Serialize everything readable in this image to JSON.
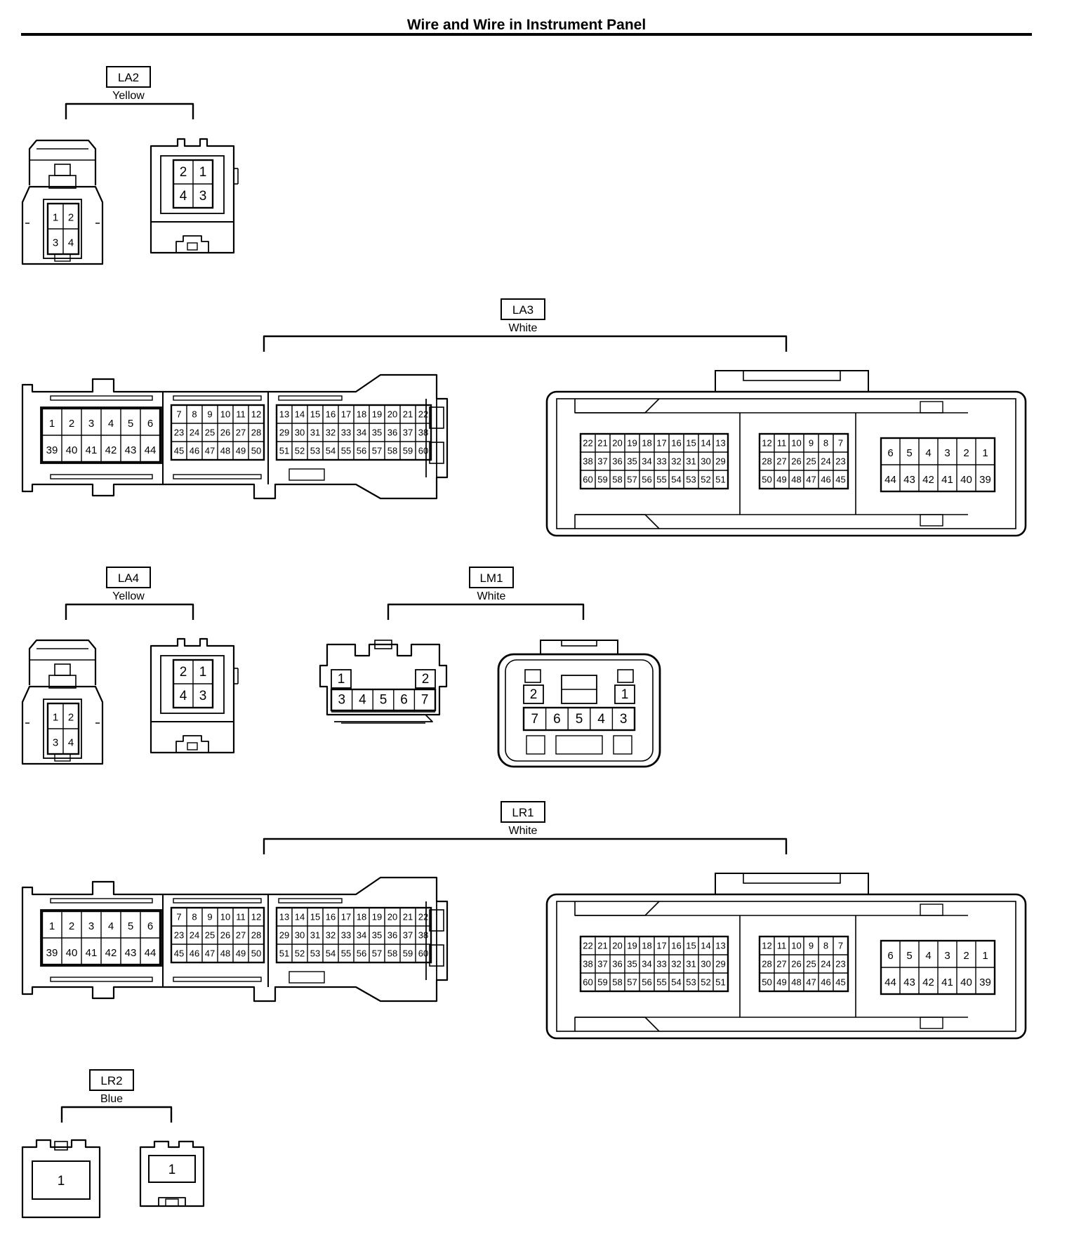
{
  "title": "Wire and Wire in Instrument Panel",
  "connectors": [
    {
      "id": "la2",
      "label": "LA2",
      "color": "Yellow"
    },
    {
      "id": "la3",
      "label": "LA3",
      "color": "White"
    },
    {
      "id": "la4",
      "label": "LA4",
      "color": "Yellow"
    },
    {
      "id": "lm1",
      "label": "LM1",
      "color": "White"
    },
    {
      "id": "lr1",
      "label": "LR1",
      "color": "White"
    },
    {
      "id": "lr2",
      "label": "LR2",
      "color": "Blue"
    }
  ],
  "pin_layouts": {
    "square4_left": [
      [
        "1",
        "2"
      ],
      [
        "3",
        "4"
      ]
    ],
    "square4_right": [
      [
        "2",
        "1"
      ],
      [
        "4",
        "3"
      ]
    ],
    "wide_left": [
      [
        [
          "1",
          "2",
          "3",
          "4",
          "5",
          "6"
        ],
        [
          "39",
          "40",
          "41",
          "42",
          "43",
          "44"
        ]
      ],
      [
        [
          "7",
          "8",
          "9",
          "10",
          "11",
          "12"
        ],
        [
          "23",
          "24",
          "25",
          "26",
          "27",
          "28"
        ],
        [
          "45",
          "46",
          "47",
          "48",
          "49",
          "50"
        ]
      ],
      [
        [
          "13",
          "14",
          "15",
          "16",
          "17",
          "18",
          "19",
          "20",
          "21",
          "22"
        ],
        [
          "29",
          "30",
          "31",
          "32",
          "33",
          "34",
          "35",
          "36",
          "37",
          "38"
        ],
        [
          "51",
          "52",
          "53",
          "54",
          "55",
          "56",
          "57",
          "58",
          "59",
          "60"
        ]
      ]
    ],
    "wide_right": [
      [
        [
          "22",
          "21",
          "20",
          "19",
          "18",
          "17",
          "16",
          "15",
          "14",
          "13"
        ],
        [
          "38",
          "37",
          "36",
          "35",
          "34",
          "33",
          "32",
          "31",
          "30",
          "29"
        ],
        [
          "60",
          "59",
          "58",
          "57",
          "56",
          "55",
          "54",
          "53",
          "52",
          "51"
        ]
      ],
      [
        [
          "12",
          "11",
          "10",
          "9",
          "8",
          "7"
        ],
        [
          "28",
          "27",
          "26",
          "25",
          "24",
          "23"
        ],
        [
          "50",
          "49",
          "48",
          "47",
          "46",
          "45"
        ]
      ],
      [
        [
          "6",
          "5",
          "4",
          "3",
          "2",
          "1"
        ],
        [
          "44",
          "43",
          "42",
          "41",
          "40",
          "39"
        ]
      ]
    ],
    "lm1_left": {
      "top": [
        "1",
        "2"
      ],
      "bottom": [
        "3",
        "4",
        "5",
        "6",
        "7"
      ]
    },
    "lm1_right": {
      "top": [
        "2",
        "1"
      ],
      "bottom": [
        "7",
        "6",
        "5",
        "4",
        "3"
      ]
    },
    "single": "1"
  }
}
